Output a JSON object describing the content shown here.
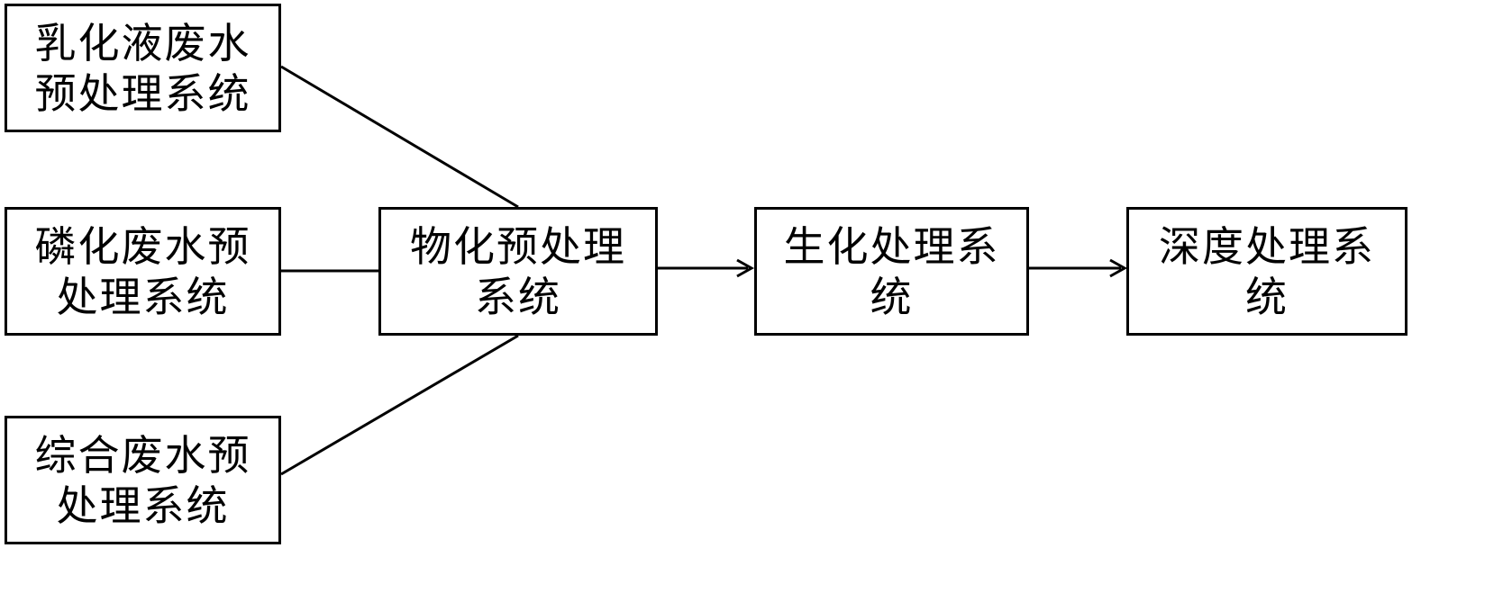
{
  "boxes": {
    "emulsion": "乳化液废水\n预处理系统",
    "phosphate": "磷化废水预\n处理系统",
    "general": "综合废水预\n处理系统",
    "physchem": "物化预处理\n系统",
    "biochem": "生化处理系\n统",
    "advanced": "深度处理系\n统"
  },
  "colors": {
    "stroke": "#000000",
    "background": "#ffffff"
  }
}
